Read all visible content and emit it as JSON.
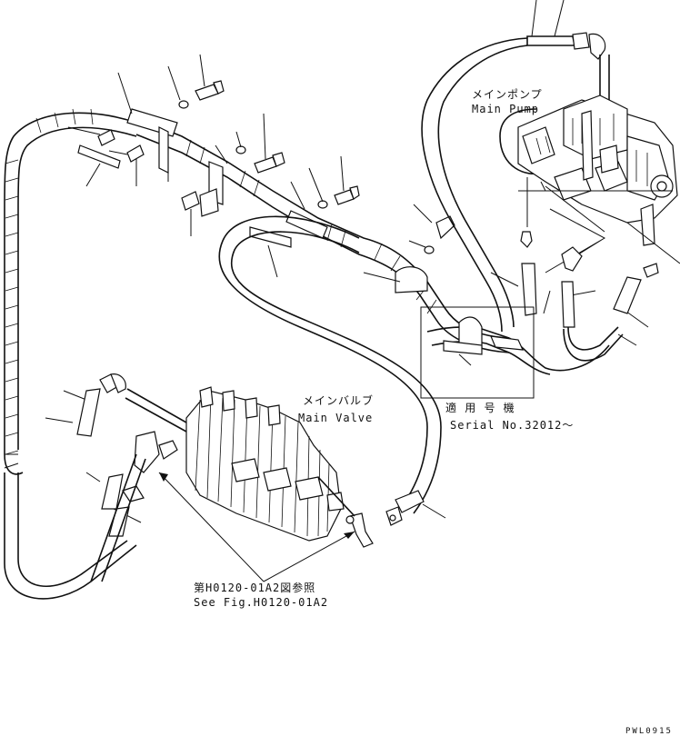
{
  "labels": {
    "main_pump_jp": "メインポンプ",
    "main_pump_en": "Main Pump",
    "main_valve_jp": "メインバルブ",
    "main_valve_en": "Main Valve",
    "serial_jp": "適 用 号 機",
    "serial_en": "Serial No.32012～",
    "see_fig_jp": "第H0120-01A2図参照",
    "see_fig_en": "See Fig.H0120-01A2",
    "drawing_code": "PWL0915"
  },
  "colors": {
    "ink": "#111111",
    "paper": "#ffffff"
  }
}
